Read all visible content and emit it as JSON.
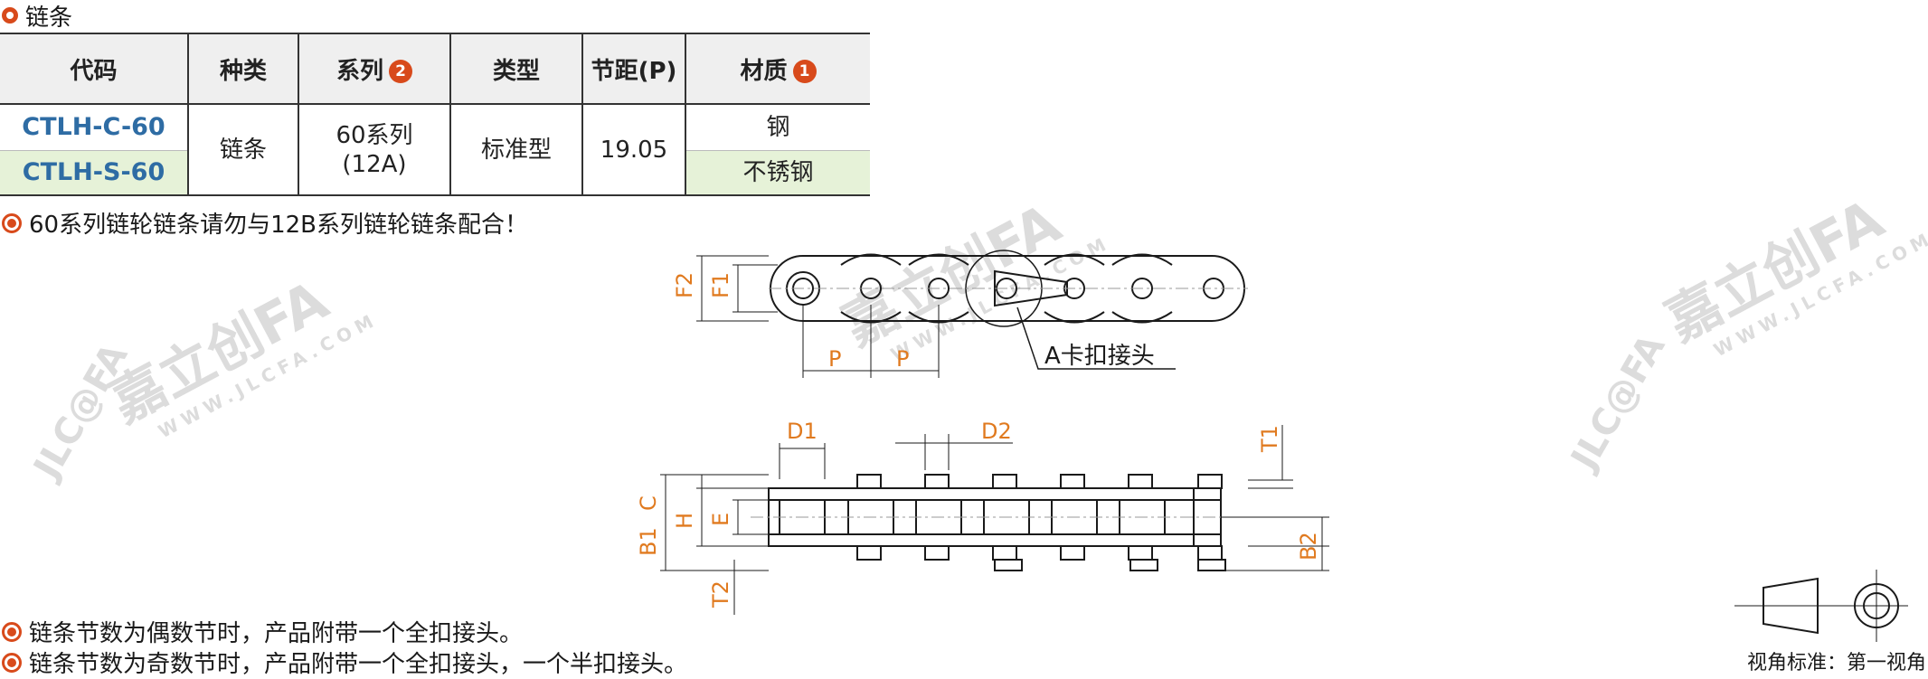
{
  "section": {
    "title": "链条"
  },
  "table": {
    "headers": {
      "code": "代码",
      "kind": "种类",
      "series": "系列",
      "series_badge": "2",
      "type": "类型",
      "pitch": "节距(P)",
      "material": "材质",
      "material_badge": "1"
    },
    "rows": [
      {
        "code": "CTLH-C-60",
        "material": "钢"
      },
      {
        "code": "CTLH-S-60",
        "material": "不锈钢"
      }
    ],
    "shared": {
      "kind": "链条",
      "series_line1": "60系列",
      "series_line2": "(12A)",
      "type": "标准型",
      "pitch": "19.05"
    }
  },
  "notes": {
    "note1": "60系列链轮链条请勿与12B系列链轮链条配合！",
    "note2": "链条节数为偶数节时，产品附带一个全扣接头。",
    "note3": "链条节数为奇数节时，产品附带一个全扣接头，一个半扣接头。"
  },
  "drawing": {
    "labels": {
      "f2": "F2",
      "f1": "F1",
      "p1": "P",
      "p2": "P",
      "clip": "A卡扣接头",
      "d1": "D1",
      "d2": "D2",
      "t1": "T1",
      "t2": "T2",
      "c": "C",
      "h": "H",
      "e": "E",
      "b1": "B1",
      "b2": "B2"
    },
    "view_standard": "视角标准：第一视角"
  },
  "watermark": {
    "brand_cn": "嘉立创FA",
    "brand_en": "JLC@FA",
    "url": "WWW.JLCFA.COM"
  }
}
